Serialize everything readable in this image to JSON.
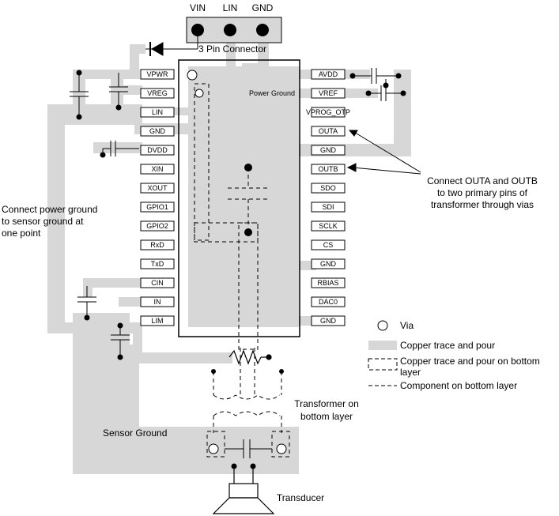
{
  "header": {
    "pins": [
      "VIN",
      "LIN",
      "GND"
    ],
    "title": "3 Pin Connector"
  },
  "chip": {
    "center_label": "Power Ground",
    "left_pins": [
      "VPWR",
      "VREG",
      "LIN",
      "GND",
      "DVDD",
      "XIN",
      "XOUT",
      "GPIO1",
      "GPIO2",
      "RxD",
      "TxD",
      "CIN",
      "IN",
      "LIM"
    ],
    "right_pins": [
      "AVDD",
      "VREF",
      "VPROG_OTP",
      "OUTA",
      "GND",
      "OUTB",
      "SDO",
      "SDI",
      "SCLK",
      "CS",
      "GND",
      "RBIAS",
      "DAC0",
      "GND"
    ]
  },
  "notes": {
    "outab_lines": [
      "Connect OUTA and OUTB",
      "to two primary pins of",
      "transformer through vias"
    ],
    "ground_lines": [
      "Connect power ground",
      "to sensor ground at",
      "one point"
    ],
    "sensor_ground": "Sensor Ground",
    "transformer_lines": [
      "Transformer on",
      "bottom layer"
    ],
    "transducer": "Transducer"
  },
  "legend": {
    "via": "Via",
    "copper": "Copper trace and pour",
    "bottom_copper_lines": [
      "Copper trace and pour on bottom",
      "layer"
    ],
    "bottom_component": "Component on bottom layer"
  },
  "colors": {
    "copper": "#d7d7d7",
    "line": "#000000"
  }
}
